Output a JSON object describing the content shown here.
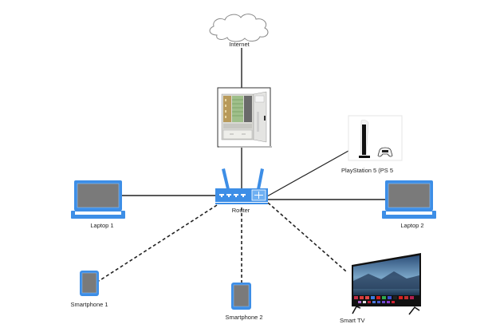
{
  "diagram": {
    "type": "home network topology",
    "colors": {
      "device_blue": "#3d8ee6",
      "device_blue_light": "#6fb0f2",
      "screen_gray": "#7a7a7a",
      "wired_line": "#222222",
      "wireless_line": "#222222",
      "cloud_stroke": "#8a8a8a"
    },
    "nodes": {
      "internet": {
        "label": "Internet",
        "icon": "cloud-icon"
      },
      "isp_cabinet": {
        "label": "",
        "icon": "network-cabinet-icon"
      },
      "router": {
        "label": "Router",
        "icon": "router-icon"
      },
      "ps5": {
        "label": "PlayStation 5 (PS 5",
        "icon": "game-console-icon"
      },
      "laptop1": {
        "label": "Laptop 1",
        "icon": "laptop-icon"
      },
      "laptop2": {
        "label": "Laptop 2",
        "icon": "laptop-icon"
      },
      "smartphone1": {
        "label": "Smartphone 1",
        "icon": "smartphone-icon"
      },
      "smartphone2": {
        "label": "Smartphone 2",
        "icon": "smartphone-icon"
      },
      "smarttv": {
        "label": "Smart TV",
        "icon": "tv-icon"
      }
    },
    "connections": [
      {
        "from": "internet",
        "to": "isp_cabinet",
        "style": "wired"
      },
      {
        "from": "isp_cabinet",
        "to": "router",
        "style": "wired"
      },
      {
        "from": "router",
        "to": "laptop1",
        "style": "wired"
      },
      {
        "from": "router",
        "to": "laptop2",
        "style": "wired"
      },
      {
        "from": "router",
        "to": "ps5",
        "style": "wired"
      },
      {
        "from": "router",
        "to": "smartphone1",
        "style": "wireless"
      },
      {
        "from": "router",
        "to": "smartphone2",
        "style": "wireless"
      },
      {
        "from": "router",
        "to": "smarttv",
        "style": "wireless"
      }
    ]
  }
}
